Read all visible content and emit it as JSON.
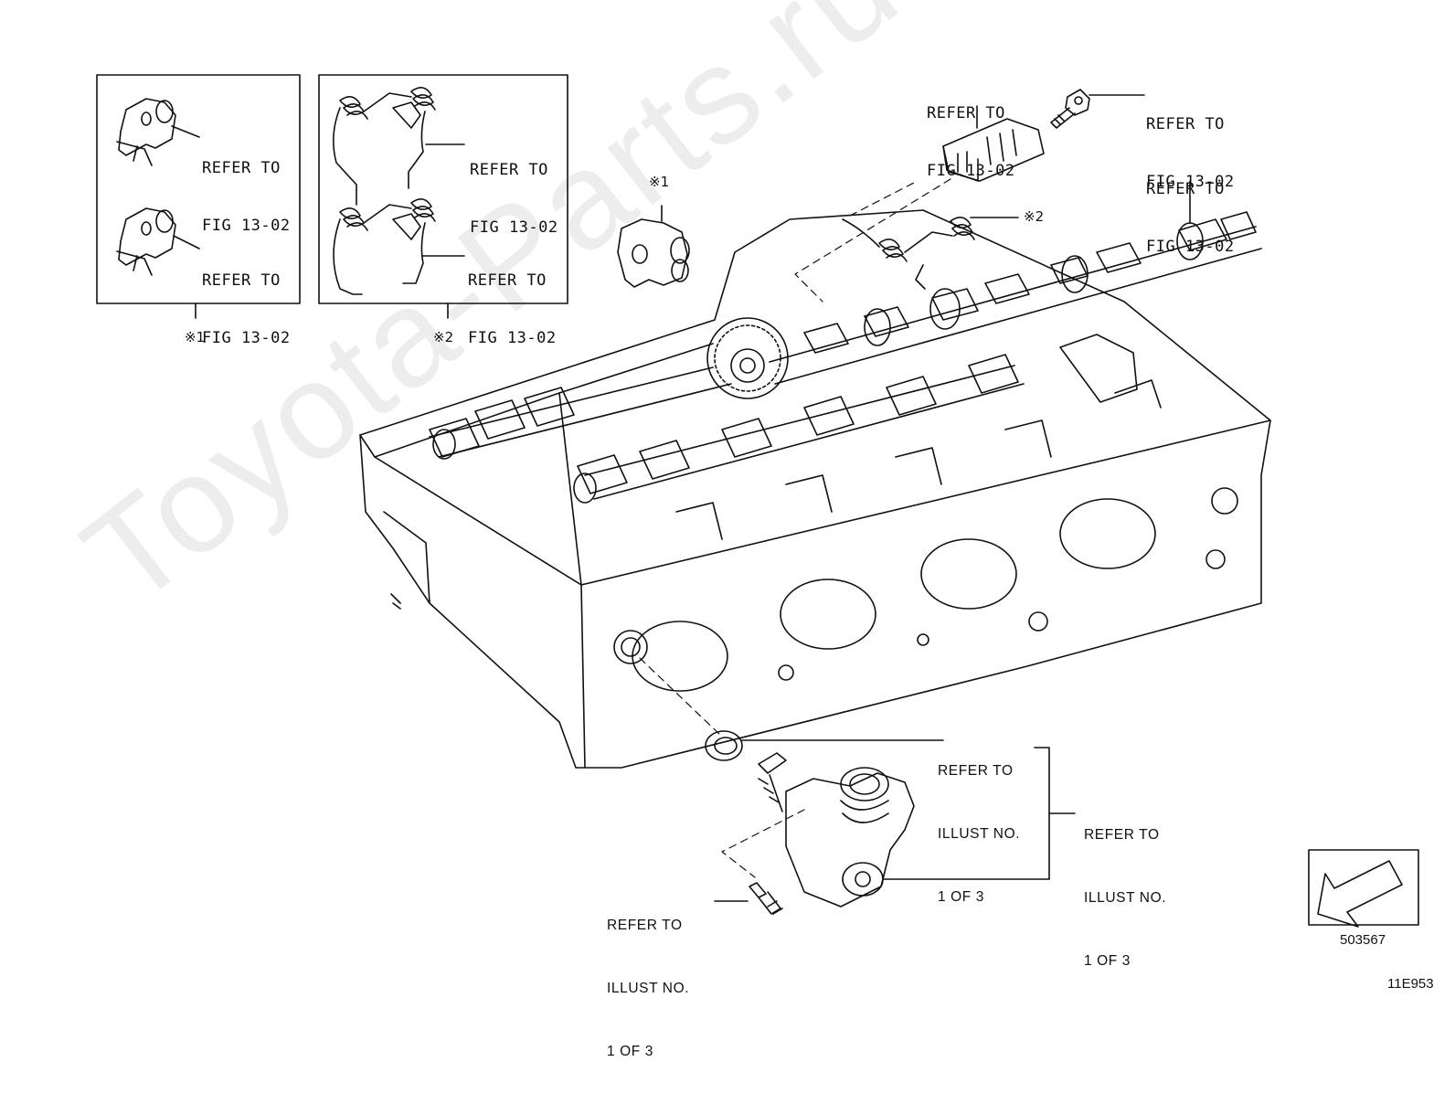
{
  "watermark": "Toyota-Parts.ru",
  "inset_box_1": {
    "labels": [
      [
        "REFER TO",
        "FIG 13-02"
      ],
      [
        "REFER TO",
        "FIG 13-02"
      ]
    ],
    "mark": "※1"
  },
  "inset_box_2": {
    "labels": [
      [
        "REFER TO",
        "FIG 13-02"
      ],
      [
        "REFER TO",
        "FIG 13-02"
      ]
    ],
    "mark": "※2"
  },
  "callouts": {
    "rocker_arm_mark": "※1",
    "spring_mark": "※2",
    "cover_label": [
      "REFER TO",
      "FIG 13-02"
    ],
    "bolt_label": [
      "REFER TO",
      "FIG 13-02"
    ],
    "camshaft_label": [
      "REFER TO",
      "FIG 13-02"
    ],
    "seal_label": [
      "REFER TO",
      "ILLUST NO.",
      "1 OF 3"
    ],
    "pump_label": [
      "REFER TO",
      "ILLUST NO.",
      "1 OF 3"
    ],
    "screw_label": [
      "REFER TO",
      "ILLUST NO.",
      "1 OF 3"
    ]
  },
  "direction_box": {
    "code": "503567",
    "icon": "front-direction-arrow-icon"
  },
  "figure_code": "11E953"
}
